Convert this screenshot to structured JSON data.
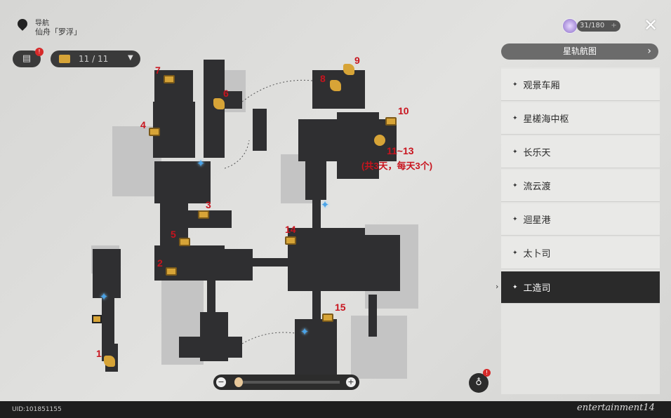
{
  "header": {
    "nav_label": "导航",
    "location": "仙舟「罗浮」"
  },
  "toolbar": {
    "chest_count": "11 / 11",
    "notif_badge": "!"
  },
  "currency": {
    "value": "31/180",
    "plus": "+"
  },
  "close_icon": "✕",
  "star_rail_map": {
    "label": "星轨航图",
    "chevron": "›"
  },
  "areas": [
    {
      "label": "观景车厢",
      "selected": false
    },
    {
      "label": "星槎海中枢",
      "selected": false
    },
    {
      "label": "长乐天",
      "selected": false
    },
    {
      "label": "流云渡",
      "selected": false
    },
    {
      "label": "迴星港",
      "selected": false
    },
    {
      "label": "太卜司",
      "selected": false
    },
    {
      "label": "工造司",
      "selected": true
    }
  ],
  "markers": [
    {
      "n": "1",
      "type": "puzzle"
    },
    {
      "n": "2",
      "type": "chest"
    },
    {
      "n": "3",
      "type": "chest"
    },
    {
      "n": "4",
      "type": "chest"
    },
    {
      "n": "5",
      "type": "chest"
    },
    {
      "n": "6",
      "type": "puzzle"
    },
    {
      "n": "7",
      "type": "chest"
    },
    {
      "n": "8",
      "type": "puzzle"
    },
    {
      "n": "9",
      "type": "puzzle"
    },
    {
      "n": "10",
      "type": "chest"
    },
    {
      "n": "11~13",
      "type": "special"
    },
    {
      "n": "14",
      "type": "chest"
    },
    {
      "n": "15",
      "type": "chest"
    }
  ],
  "annotation": "(共3天，每天3个)",
  "zoom": {
    "minus": "−",
    "plus": "+",
    "level": 0.05
  },
  "footer": {
    "uid": "UID:101851155",
    "watermark": "entertainment14"
  },
  "colors": {
    "marker": "#c8141e",
    "chest": "#d7a437",
    "teleport": "#4aa3e8",
    "selected": "#2a2a2a"
  }
}
